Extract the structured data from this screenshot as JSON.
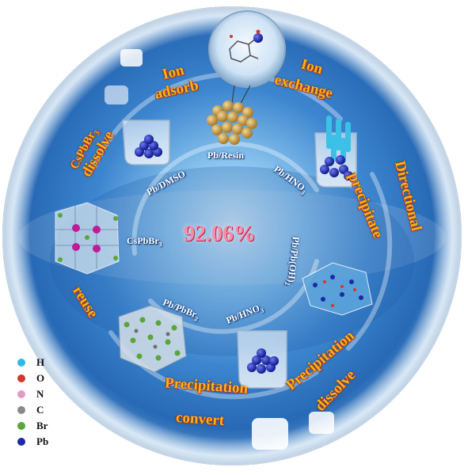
{
  "center_value": "92.06%",
  "gold_labels": {
    "ion_adsorb_1": "Ion",
    "ion_adsorb_2": "adsorb",
    "ion_exchange_1": "Ion",
    "ion_exchange_2": "exchange",
    "directional": "Directional",
    "precipitate": "precipitate",
    "cspbbr3": "CsPbBr",
    "cspbbr3_sub": "3",
    "dissolve_left": "dissolve",
    "reuse": "reuse",
    "precipitation_bottom": "Precipitation",
    "precipitation_right": "Precipitation",
    "convert": "convert",
    "dissolve_right": "dissolve"
  },
  "inner_labels": {
    "pb_resin": "Pb/Resin",
    "pb_dmso": "Pb/DMSO",
    "pb_hno3_top": "Pb/HNO",
    "pb_hno3_top_sub": "3",
    "cspbbr3_inner": "CsPbBr",
    "cspbbr3_inner_sub": "3",
    "pb_pboh": "Pb/Pb(OH)",
    "pb_pboh_sub": "2",
    "pb_pbbr2": "Pb/PbBr",
    "pb_pbbr2_sub": "2",
    "pb_hno3_bottom": "Pb/HNO",
    "pb_hno3_bottom_sub": "3"
  },
  "legend": [
    {
      "symbol": "H",
      "color": "#2fb8e8"
    },
    {
      "symbol": "O",
      "color": "#d23a2a"
    },
    {
      "symbol": "N",
      "color": "#e49ac6"
    },
    {
      "symbol": "C",
      "color": "#8a8a8a"
    },
    {
      "symbol": "Br",
      "color": "#5aa63a"
    },
    {
      "symbol": "Pb",
      "color": "#1c2aa8"
    }
  ]
}
